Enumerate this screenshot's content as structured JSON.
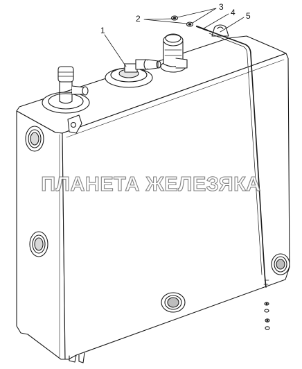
{
  "callouts": {
    "c1": "1",
    "c2": "2",
    "c3": "3",
    "c4": "4",
    "c5": "5"
  },
  "watermark": "ПЛАНЕТА ЖЕЛЕЗЯКА"
}
